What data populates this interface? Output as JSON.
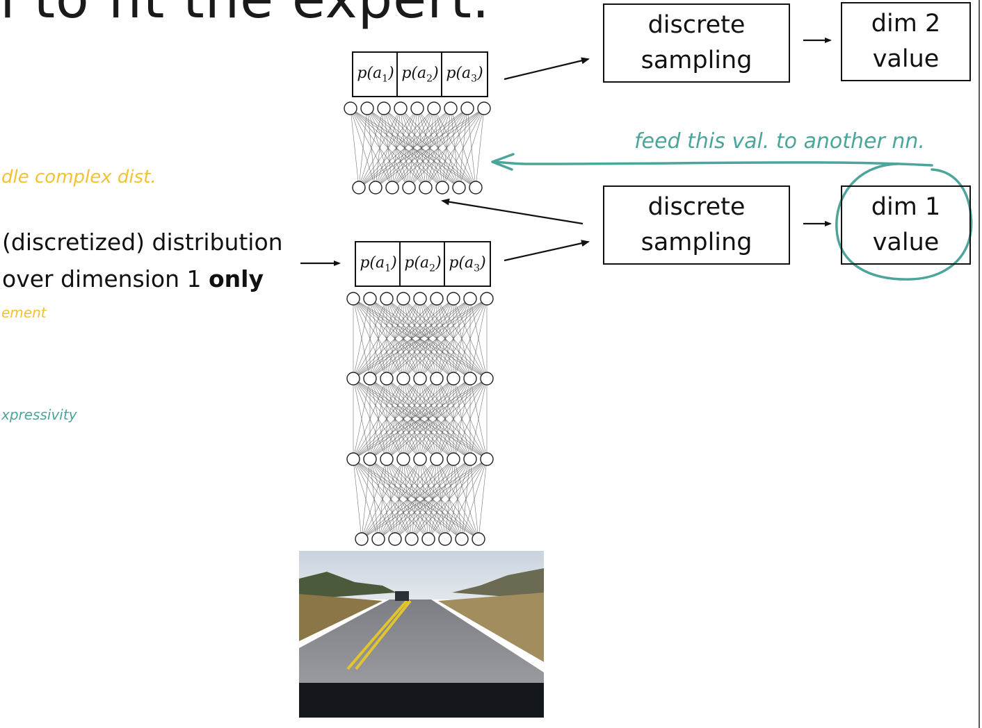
{
  "slide": {
    "title": "l to fit the expert."
  },
  "text": {
    "dist_line1": "(discretized) distribution",
    "dist_line2_prefix": "over dimension 1 ",
    "dist_line2_bold": "only"
  },
  "prob_labels": {
    "func": "p",
    "var": "a",
    "subs": [
      "1",
      "2",
      "3"
    ]
  },
  "boxes": {
    "sampling_top": [
      "discrete",
      "sampling"
    ],
    "sampling_bottom": [
      "discrete",
      "sampling"
    ],
    "dim2": [
      "dim 2",
      "value"
    ],
    "dim1": [
      "dim 1",
      "value"
    ]
  },
  "annotations": {
    "feed": "feed this val. to another nn.",
    "complex": "dle complex dist.",
    "element": "ement",
    "expressivity": "xpressivity"
  },
  "colors": {
    "ink_yellow": "#f2c230",
    "ink_teal": "#4ba59a"
  },
  "networks": [
    {
      "layers": [
        9,
        8
      ]
    },
    {
      "layers": [
        9,
        9,
        9,
        8
      ]
    }
  ],
  "image": {
    "icon": "road-dashcam-photo"
  }
}
